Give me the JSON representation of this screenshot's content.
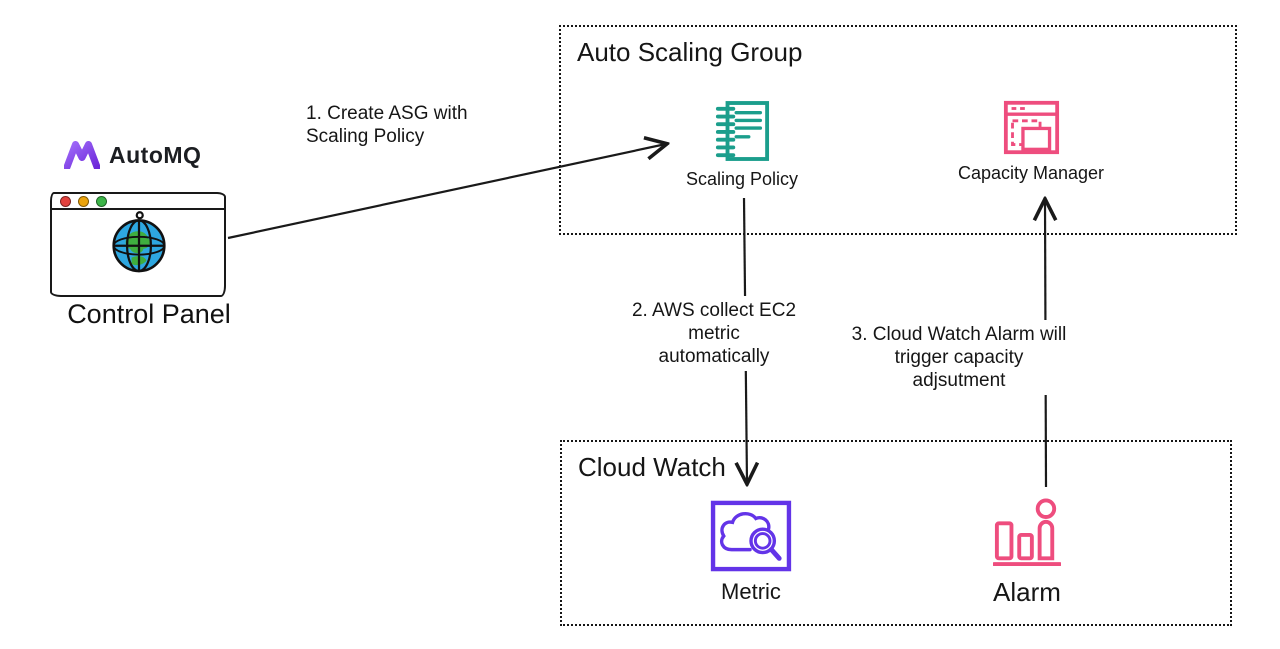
{
  "colors": {
    "teal": "#1b9e8c",
    "pink": "#ee4d7e",
    "purple": "#6334e8",
    "logo_purple_light": "#a06bf9",
    "logo_purple_dark": "#6d28d9",
    "globe_blue": "#2ea7e0",
    "globe_green": "#3fae3f",
    "dot_red": "#e2413d",
    "dot_yellow": "#eba30b",
    "dot_green": "#3db549"
  },
  "control_panel": {
    "brand": "AutoMQ",
    "label": "Control Panel"
  },
  "groups": {
    "asg": {
      "title": "Auto Scaling Group",
      "scaling_policy": "Scaling Policy",
      "capacity_manager": "Capacity Manager"
    },
    "cloudwatch": {
      "title": "Cloud Watch",
      "metric": "Metric",
      "alarm": "Alarm"
    }
  },
  "steps": {
    "step1": {
      "line1": "1. Create ASG with",
      "line2": "Scaling Policy"
    },
    "step2": {
      "line1": "2. AWS collect EC2 metric",
      "line2": "automatically"
    },
    "step3": {
      "line1": "3. Cloud Watch Alarm will",
      "line2": "trigger capacity adjsutment"
    }
  }
}
